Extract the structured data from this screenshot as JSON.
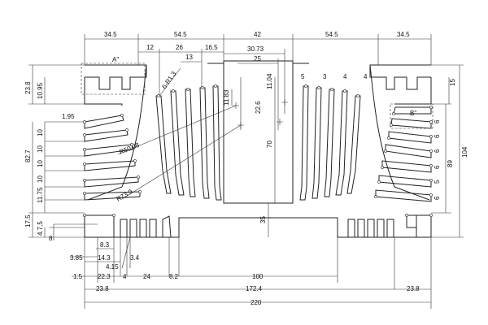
{
  "drawing": {
    "detail_labels": [
      "A\"",
      "B\""
    ],
    "top_dims": [
      "34.5",
      "54.5",
      "42",
      "54.5",
      "34.5"
    ],
    "upper_dims": [
      "12",
      "26",
      "16.5",
      "13",
      "30.73",
      "25"
    ],
    "center_dims": [
      "11.83",
      "22.6",
      "11.04",
      "70",
      "35"
    ],
    "left_dims": [
      "23.8",
      "10.95",
      "1.95",
      "82.7",
      "10",
      "10",
      "10",
      "10",
      "11.75",
      "17.5",
      "4.7,5",
      "8"
    ],
    "right_dims": [
      "15",
      "104",
      "89"
    ],
    "fin_pitch_labels": [
      "5",
      "3",
      "4",
      "4"
    ],
    "right_fin_labels": [
      "6",
      "6",
      "6",
      "6",
      "5",
      "6"
    ],
    "notes": [
      "6-R1.3",
      "R50.08",
      "R73.9"
    ],
    "bottom_dims": [
      "8.3",
      "14.3",
      "3.85",
      "4.15",
      "3.4",
      "1.5",
      "22.3",
      "4",
      "24",
      "8.2",
      "100",
      "23.8",
      "172.4",
      "23.8",
      "220"
    ]
  }
}
